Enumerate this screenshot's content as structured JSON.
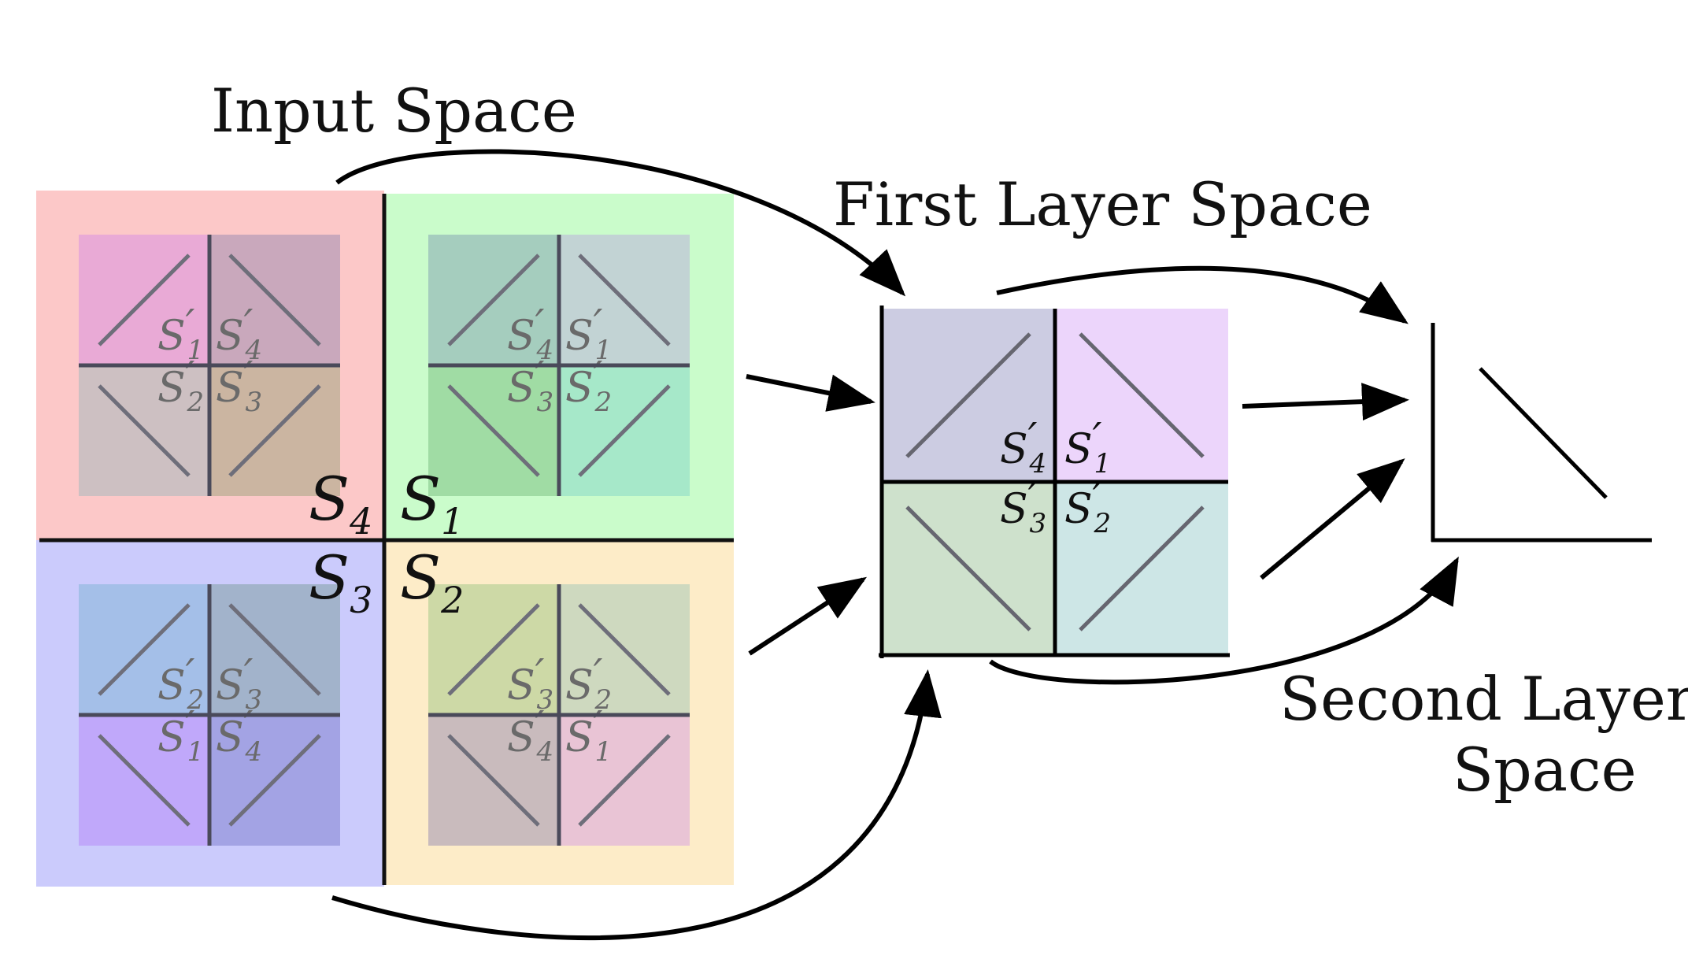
{
  "labels": {
    "input_space": "Input Space",
    "first_layer_space": "First Layer Space",
    "second_layer_space_line1": "Second Layer",
    "second_layer_space_line2": "Space"
  },
  "region_labels": {
    "S4": {
      "base": "S",
      "sub": "4"
    },
    "S1": {
      "base": "S",
      "sub": "1"
    },
    "S3": {
      "base": "S",
      "sub": "3"
    },
    "S2": {
      "base": "S",
      "sub": "2"
    }
  },
  "sub_label_prime": "′",
  "colors": {
    "q_red": "#fcc8c8",
    "q_green": "#cafccb",
    "q_blue": "#cbcbfc",
    "q_orange": "#fdecc8",
    "inner_pink": "#e9aad6",
    "inner_mauve": "#c9a8bc",
    "inner_grey_rose": "#cdc0c2",
    "inner_tan": "#cbb5a1",
    "inner_teal": "#a5cdbe",
    "inner_grey_teal": "#c2d3d4",
    "inner_green": "#a0dca4",
    "inner_mint": "#a6e8c9",
    "inner_sky": "#a4bfe8",
    "inner_slate": "#a2b3cb",
    "inner_violet": "#c0a8fa",
    "inner_periwinkle": "#a3a3e4",
    "inner_olive": "#cdd9a6",
    "inner_sage": "#ced9bf",
    "inner_taupe": "#c9bbbd",
    "inner_rose": "#e9c4d5",
    "fl_lavender": "#cccce2",
    "fl_lilac": "#ecd5fb",
    "fl_sage": "#cee1cc",
    "fl_aqua": "#cde6e6"
  },
  "quadrants": [
    {
      "region": "S4",
      "color_key": "q_red",
      "cells": [
        {
          "label": "1",
          "color_key": "inner_pink",
          "line": "up"
        },
        {
          "label": "4",
          "color_key": "inner_mauve",
          "line": "down"
        },
        {
          "label": "2",
          "color_key": "inner_grey_rose",
          "line": "down"
        },
        {
          "label": "3",
          "color_key": "inner_tan",
          "line": "up"
        }
      ]
    },
    {
      "region": "S1",
      "color_key": "q_green",
      "cells": [
        {
          "label": "4",
          "color_key": "inner_teal",
          "line": "up"
        },
        {
          "label": "1",
          "color_key": "inner_grey_teal",
          "line": "down"
        },
        {
          "label": "3",
          "color_key": "inner_green",
          "line": "down"
        },
        {
          "label": "2",
          "color_key": "inner_mint",
          "line": "up"
        }
      ]
    },
    {
      "region": "S3",
      "color_key": "q_blue",
      "cells": [
        {
          "label": "2",
          "color_key": "inner_sky",
          "line": "up"
        },
        {
          "label": "3",
          "color_key": "inner_slate",
          "line": "down"
        },
        {
          "label": "1",
          "color_key": "inner_violet",
          "line": "down"
        },
        {
          "label": "4",
          "color_key": "inner_periwinkle",
          "line": "up"
        }
      ]
    },
    {
      "region": "S2",
      "color_key": "q_orange",
      "cells": [
        {
          "label": "3",
          "color_key": "inner_olive",
          "line": "up"
        },
        {
          "label": "2",
          "color_key": "inner_sage",
          "line": "down"
        },
        {
          "label": "4",
          "color_key": "inner_taupe",
          "line": "down"
        },
        {
          "label": "1",
          "color_key": "inner_rose",
          "line": "up"
        }
      ]
    }
  ],
  "first_layer_cells": [
    {
      "label": "4",
      "color_key": "fl_lavender",
      "line": "up"
    },
    {
      "label": "1",
      "color_key": "fl_lilac",
      "line": "down"
    },
    {
      "label": "3",
      "color_key": "fl_sage",
      "line": "down"
    },
    {
      "label": "2",
      "color_key": "fl_aqua",
      "line": "up"
    }
  ],
  "second_layer_line": "down"
}
